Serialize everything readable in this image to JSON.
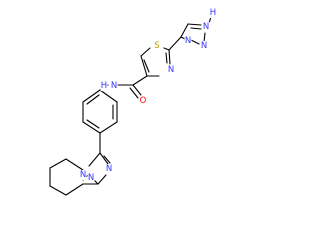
{
  "colors": {
    "bond": "#000000",
    "nitrogen": "#3333ff",
    "sulfur": "#b8a000",
    "oxygen": "#ff0000"
  },
  "labels": {
    "triazole_nh": "N",
    "triazole_h": "H",
    "triazole_n_right": "N",
    "triazole_n_bottom": "N",
    "thiazole_s": "S",
    "thiazole_n": "N",
    "carbonyl_o": "O",
    "amide_nh": "N",
    "amide_h": "H",
    "fused_n_bridge": "N",
    "fused_n_bottom_left": "N",
    "fused_n_bottom_right": "N"
  }
}
